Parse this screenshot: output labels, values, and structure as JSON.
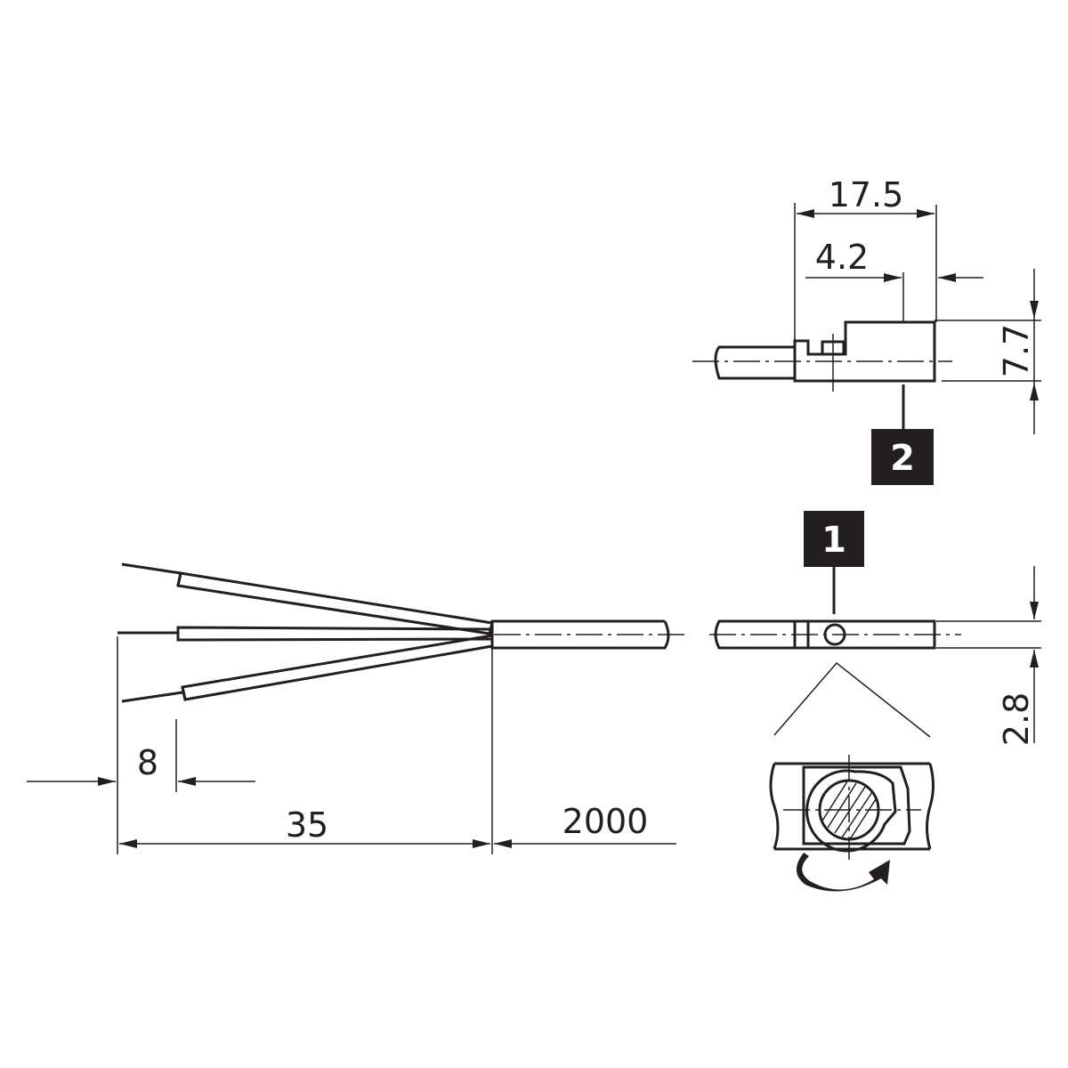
{
  "dimensions": {
    "width_17_5": "17.5",
    "offset_4_2": "4.2",
    "height_7_7": "7.7",
    "height_2_8": "2.8",
    "lead_8": "8",
    "strip_35": "35",
    "cable_2000": "2000"
  },
  "callouts": {
    "item_1": "1",
    "item_2": "2"
  },
  "colors": {
    "line": "#231f20",
    "background": "#ffffff"
  }
}
